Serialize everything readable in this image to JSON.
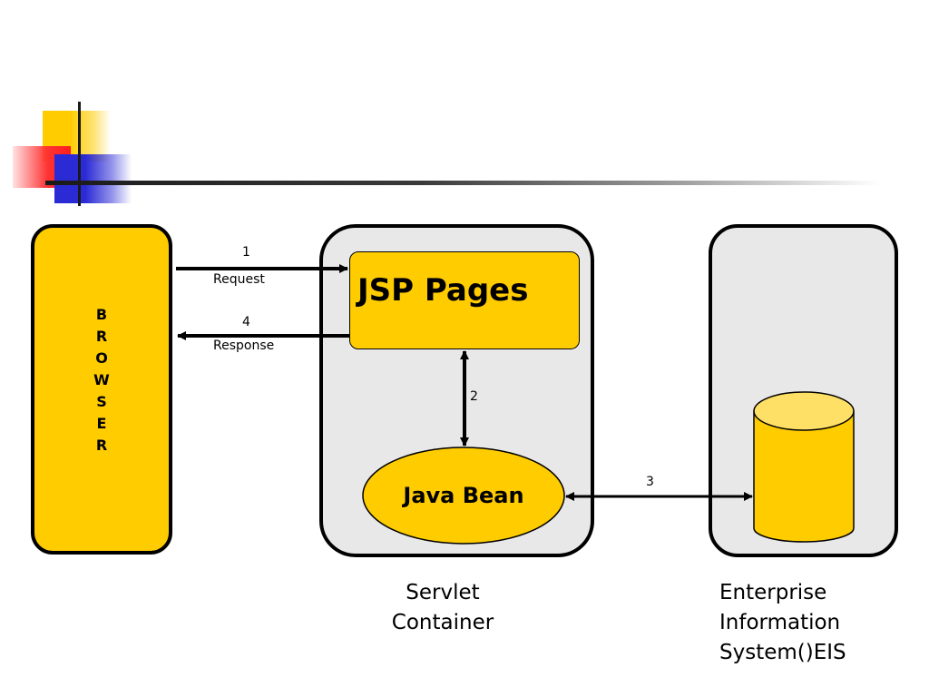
{
  "browser": {
    "letters": [
      "B",
      "R",
      "O",
      "W",
      "S",
      "E",
      "R"
    ]
  },
  "jsp_pages": {
    "label": "JSP Pages"
  },
  "java_bean": {
    "label": "Java Bean"
  },
  "arrows": {
    "request": {
      "number": "1",
      "label": "Request"
    },
    "response": {
      "number": "4",
      "label": "Response"
    },
    "jsp_bean": {
      "number": "2"
    },
    "bean_eis": {
      "number": "3"
    }
  },
  "captions": {
    "servlet_container": [
      "Servlet",
      "Container"
    ],
    "eis": [
      "Enterprise",
      "Information",
      "System()EIS"
    ]
  },
  "colors": {
    "accent_yellow": "#ffcc00",
    "container_gray": "#e8e8e8",
    "outline": "#000000",
    "deco_red": "#ff3333",
    "deco_blue": "#2b2bd6"
  }
}
